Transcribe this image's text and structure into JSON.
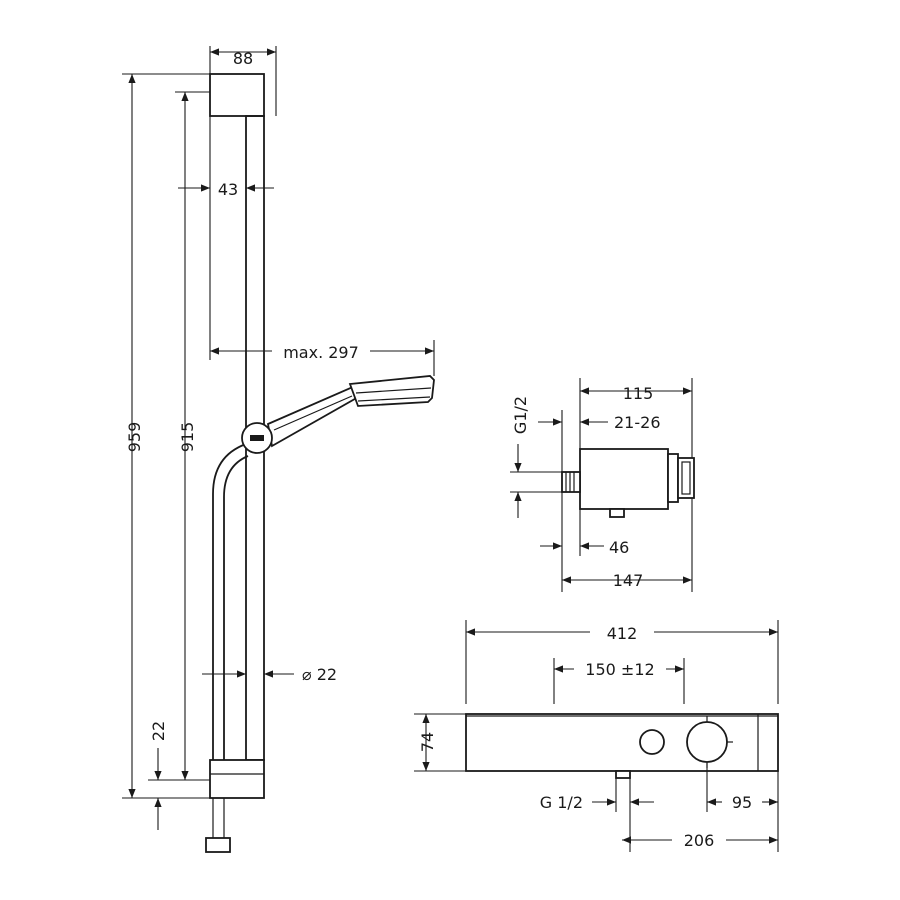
{
  "dimensions": {
    "width_top": "88",
    "rail_width": "43",
    "arm_reach": "max. 297",
    "total_height": "959",
    "rail_height": "915",
    "bottom_offset": "22",
    "hose_diameter": "⌀ 22",
    "valve_depth": "115",
    "valve_wall_offset": "21-26",
    "valve_thread": "G1/2",
    "valve_center": "46",
    "valve_total_depth": "147",
    "thermostat_width": "412",
    "inlet_spacing": "150 ±12",
    "thermostat_height": "74",
    "outlet_thread": "G 1/2",
    "knob_offset": "95",
    "outlet_to_edge": "206"
  }
}
